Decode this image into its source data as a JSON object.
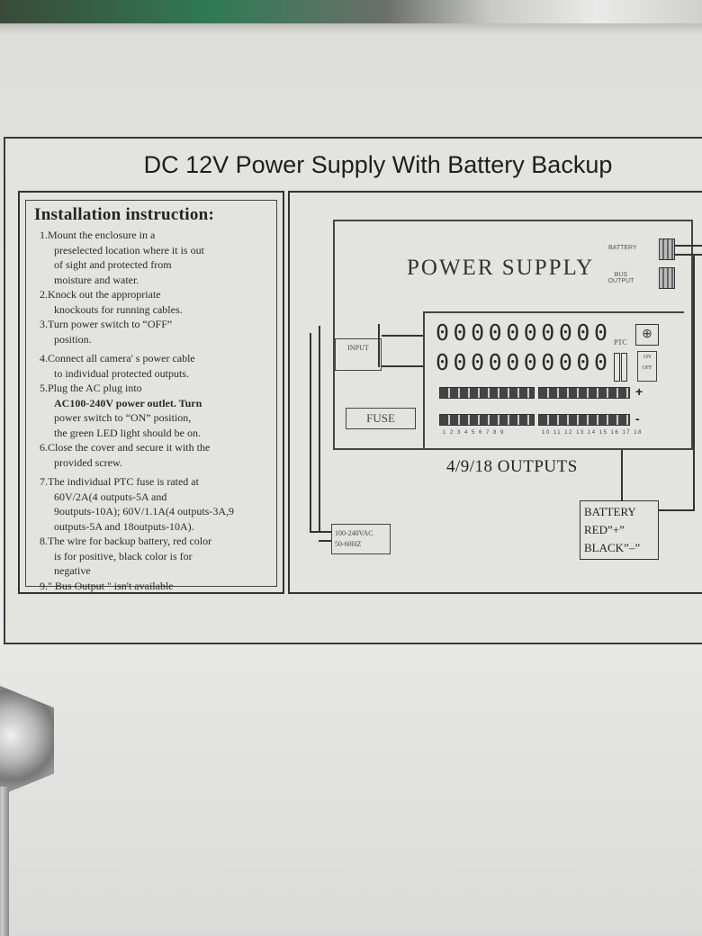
{
  "title": "DC 12V Power Supply With Battery Backup",
  "instructions": {
    "heading": "Installation instruction:",
    "lines": [
      "1.Mount the enclosure in a",
      "preselected location where it is out",
      "of sight and protected from",
      "moisture and water.",
      "2.Knock out the appropriate",
      "knockouts for running cables.",
      "3.Turn power switch to “OFF”",
      "position.",
      "4.Connect all camera' s power cable",
      "to individual protected outputs.",
      "5.Plug the AC plug into",
      "AC100-240V power outlet. Turn",
      "power switch to “ON” position,",
      "the green LED light should be on.",
      "6.Close the cover and secure it with the",
      "provided screw.",
      "7.The individual PTC fuse is rated at",
      "60V/2A(4 outputs-5A and",
      "9outputs-10A); 60V/1.1A(4 outputs-3A,9",
      "outputs-5A and 18outputs-10A).",
      "8.The wire for backup battery, red color",
      "is for positive, black color is for",
      "negative",
      "9.\" Bus Output \" isn't available"
    ]
  },
  "diagram": {
    "psu_label": "POWER SUPPLY",
    "battery_small": "BATTERY",
    "bus_output_small": "BUS OUTPUT",
    "fuse_row": "0000000000",
    "ptc": "PTC",
    "on": "ON",
    "off": "OFF",
    "plus": "+",
    "minus": "-",
    "nums_left": "1 2 3 4 5 6 7 8 9",
    "nums_right": "10 11 12 13 14 15 16 17 18",
    "input": "INPUT",
    "fuse": "FUSE",
    "ac_line1": "100-240VAC",
    "ac_line2": "50-60HZ",
    "outputs": "4/9/18 OUTPUTS",
    "battery_line1": "BATTERY",
    "battery_line2": "RED”+”",
    "battery_line3": "BLACK”–”"
  }
}
